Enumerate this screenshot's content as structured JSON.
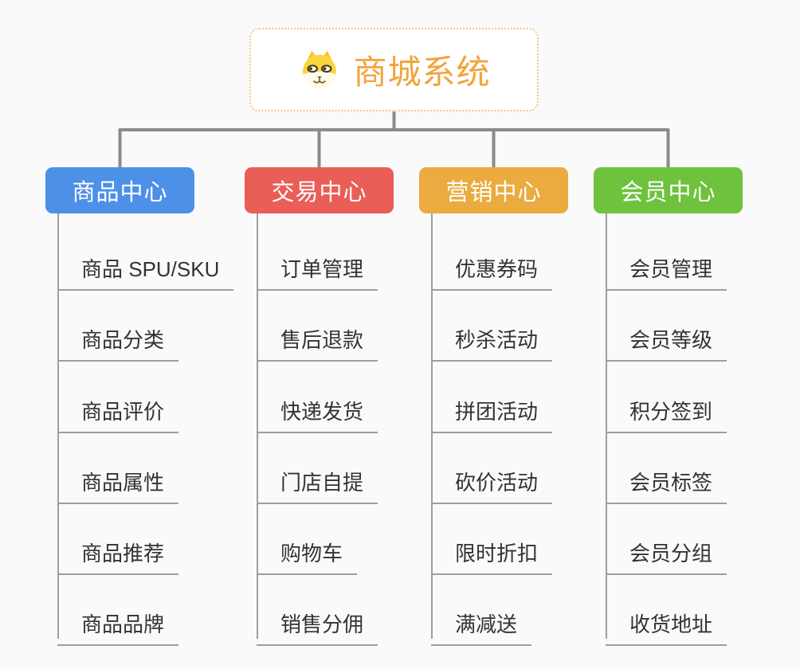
{
  "page": {
    "background": "#fafafa"
  },
  "root": {
    "title": "商城系统",
    "icon": "dog-face-icon",
    "text_color": "#f2a33c",
    "border_color": "#f3c77f"
  },
  "lines": {
    "tree_color": "#8b8b8b",
    "leaf_line_color": "#9e9e9e"
  },
  "branches": [
    {
      "label": "商品中心",
      "color": "#4d90e8",
      "children": [
        "商品 SPU/SKU",
        "商品分类",
        "商品评价",
        "商品属性",
        "商品推荐",
        "商品品牌"
      ]
    },
    {
      "label": "交易中心",
      "color": "#e95e57",
      "children": [
        "订单管理",
        "售后退款",
        "快递发货",
        "门店自提",
        "购物车",
        "销售分佣"
      ]
    },
    {
      "label": "营销中心",
      "color": "#ebab40",
      "children": [
        "优惠券码",
        "秒杀活动",
        "拼团活动",
        "砍价活动",
        "限时折扣",
        "满减送"
      ]
    },
    {
      "label": "会员中心",
      "color": "#6fc23d",
      "children": [
        "会员管理",
        "会员等级",
        "积分签到",
        "会员标签",
        "会员分组",
        "收货地址"
      ]
    }
  ]
}
